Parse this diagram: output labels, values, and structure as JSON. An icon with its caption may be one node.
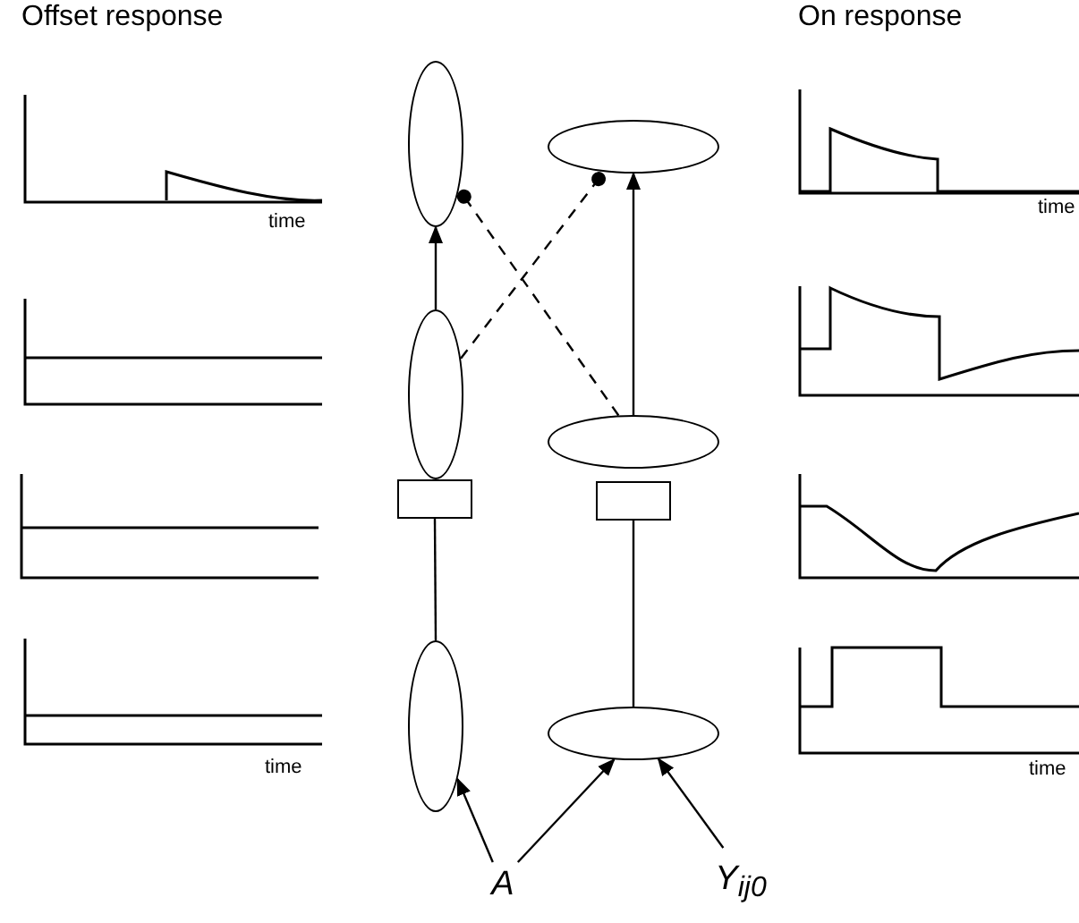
{
  "diagram": {
    "nodes": [
      {
        "text": [],
        "shape": "ellipse"
      },
      {
        "text": [],
        "shape": "ellipse"
      },
      {
        "text": [],
        "shape": "ellipse"
      },
      {
        "text": [],
        "shape": "ellipse"
      },
      {
        "text": [],
        "shape": "box"
      },
      {
        "text": [],
        "shape": "box"
      },
      {
        "text": [],
        "shape": "ellipse"
      },
      {
        "text": [],
        "shape": "ellipse"
      },
      {
        "text": [
          "A"
        ]
      },
      {
        "text": [
          "Y$_{ij0}$"
        ]
      }
    ],
    "edges": [
      {
        "from": 4,
        "to": 6,
        "arrow": "none"
      },
      {
        "from": 2,
        "to": 0,
        "arrow": "to"
      },
      {
        "from": 5,
        "to": 7,
        "arrow": "none"
      },
      {
        "from": 3,
        "to": 1,
        "arrow": "to"
      },
      {
        "from": 2,
        "to": 1,
        "arrow": "other",
        "style": "dashed"
      },
      {
        "from": 3,
        "to": 0,
        "arrow": "other",
        "style": "dashed"
      },
      {
        "from": 8,
        "to": 6,
        "arrow": "to"
      },
      {
        "from": 8,
        "to": 7,
        "arrow": "to"
      },
      {
        "from": 9,
        "to": 7,
        "arrow": "to"
      }
    ],
    "labels": [
      "Offset response",
      "On response",
      "time",
      "time",
      "time",
      "time"
    ]
  }
}
